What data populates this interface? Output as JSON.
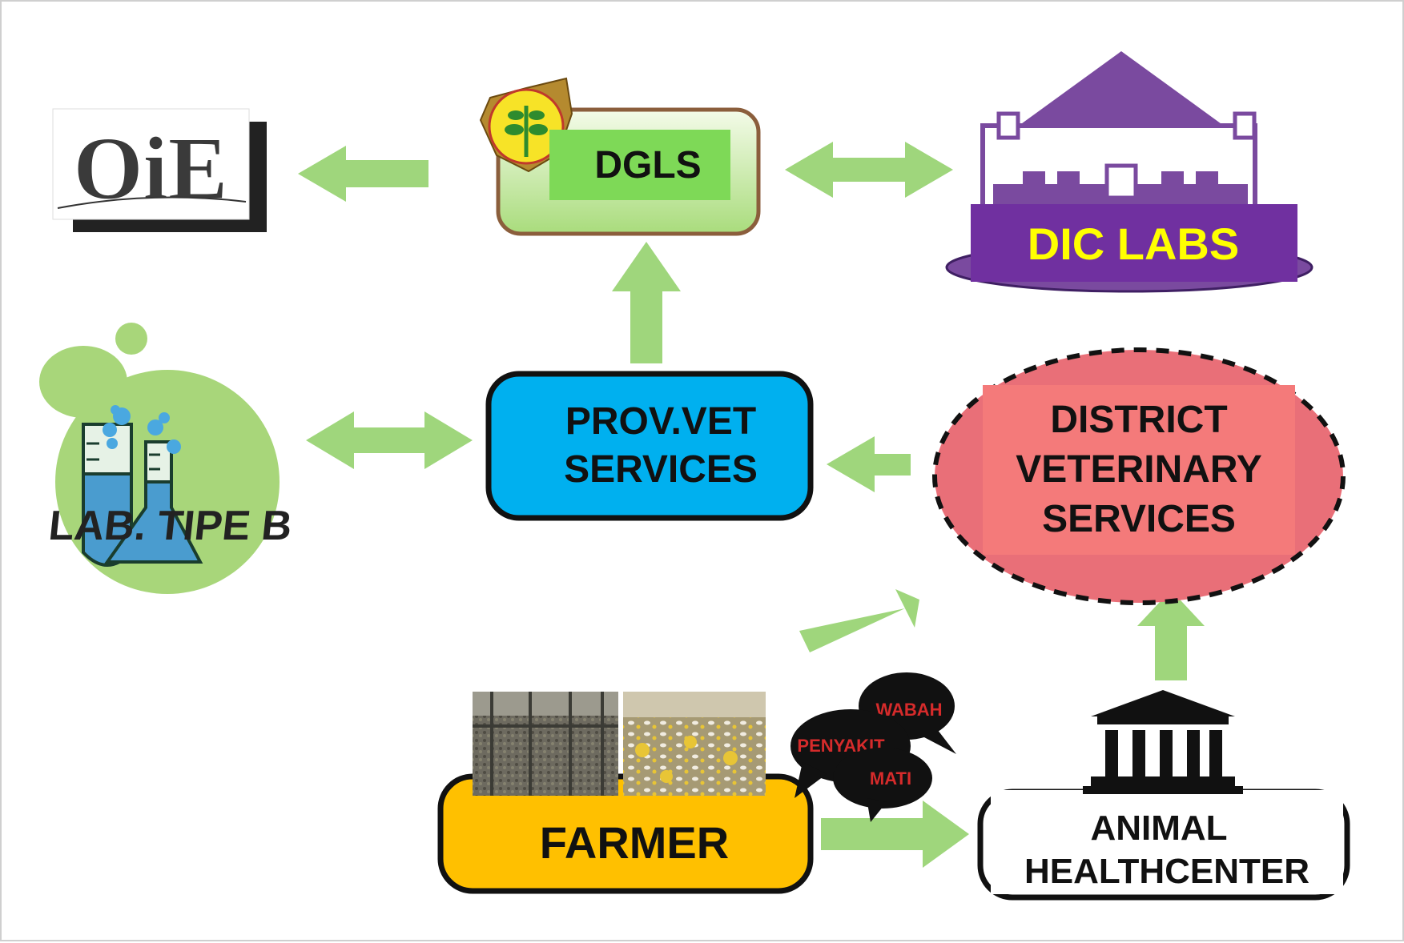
{
  "colors": {
    "arrow": "#9fd67c",
    "dgls_box": "#7ed957",
    "prov_vet_box": "#00b0ef",
    "district_box": "#f47a7a",
    "district_ellipse": "#e96f78",
    "dic_labs_box": "#7030a0",
    "dic_labs_text": "#ffff00",
    "farmer_box": "#ffc000",
    "lab_circle": "#a8d67a",
    "building_purple": "#7a4a9f"
  },
  "nodes": {
    "oie": {
      "logo_text": "OiE",
      "icon": "oie-logo"
    },
    "dgls": {
      "label": "DGLS",
      "icon": "ministry-emblem-icon"
    },
    "dic_labs": {
      "label": "DIC LABS",
      "icon": "laboratory-building-icon"
    },
    "lab_tipe_b": {
      "label": "LAB. TIPE B",
      "icon": "lab-flask-icon"
    },
    "prov_vet": {
      "line1": "PROV.VET",
      "line2": "SERVICES"
    },
    "district": {
      "line1": "DISTRICT",
      "line2": "VETERINARY",
      "line3": "SERVICES"
    },
    "farmer": {
      "label": "FARMER",
      "icon": "poultry-farm-photos"
    },
    "animal_health": {
      "line1": "ANIMAL",
      "line2": "HEALTHCENTER",
      "icon": "government-building-icon"
    }
  },
  "speech_bubbles": {
    "wabah": "WABAH",
    "penyakit": "PENYAKIT",
    "mati": "MATI"
  }
}
